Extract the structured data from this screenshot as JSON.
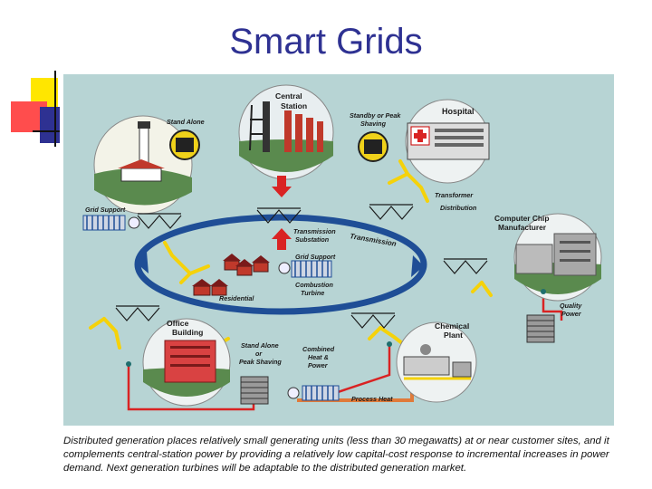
{
  "slide": {
    "title": "Smart Grids"
  },
  "diagram": {
    "labels": {
      "central_station": [
        "Central",
        "Station"
      ],
      "stand_alone_top": "Stand Alone",
      "standby": [
        "Standby or Peak",
        "Shaving"
      ],
      "hospital": "Hospital",
      "transformer": "Transformer",
      "distribution": "Distribution",
      "grid_support_left": "Grid Support",
      "transmission_substation": [
        "Transmission",
        "Substation"
      ],
      "transmission": "Transmission",
      "computer_chip": [
        "Computer Chip",
        "Manufacturer"
      ],
      "grid_support_center": "Grid Support",
      "combustion_turbine": [
        "Combustion",
        "Turbine"
      ],
      "residential": "Residential",
      "quality_power": [
        "Quality",
        "Power"
      ],
      "office_building": [
        "Office",
        "Building"
      ],
      "stand_alone_peak": [
        "Stand Alone",
        "or",
        "Peak Shaving"
      ],
      "combined_heat": [
        "Combined",
        "Heat &",
        "Power"
      ],
      "chemical_plant": [
        "Chemical",
        "Plant"
      ],
      "process_heat": "Process Heat"
    },
    "colors": {
      "background": "#b7d4d4",
      "ring": "#1f4e96",
      "wire": "#f5d20a",
      "feed": "#d92323",
      "heat": "#e07a3a"
    }
  },
  "caption": {
    "text": "Distributed generation places relatively small generating units (less than 30 megawatts) at or near customer sites, and it complements central-station power by providing a relatively low capital-cost response to incremental increases in power demand. Next generation turbines will be adaptable to the distributed generation market."
  }
}
